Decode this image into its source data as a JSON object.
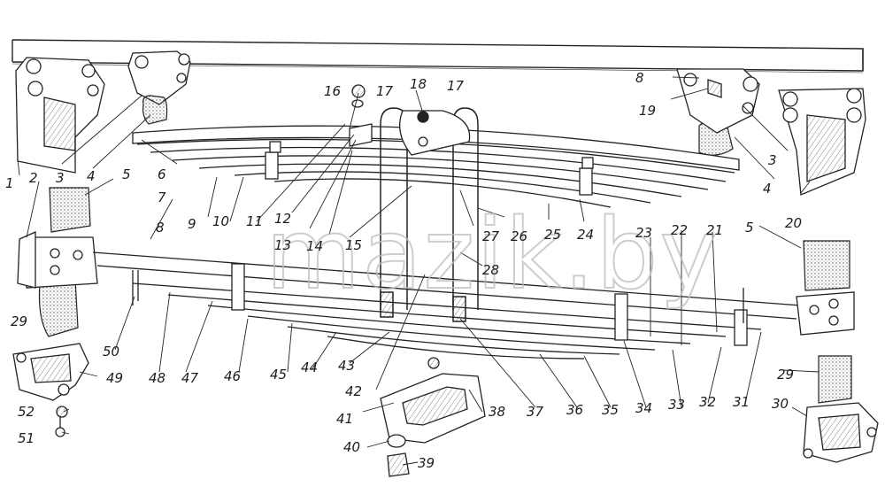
{
  "figure": {
    "watermark": "mazik.by",
    "callouts": [
      {
        "id": "c16",
        "text": "16"
      },
      {
        "id": "c17a",
        "text": "17"
      },
      {
        "id": "c18",
        "text": "18"
      },
      {
        "id": "c17b",
        "text": "17"
      },
      {
        "id": "c8a",
        "text": "8"
      },
      {
        "id": "c19",
        "text": "19"
      },
      {
        "id": "c3a",
        "text": "3"
      },
      {
        "id": "c4a",
        "text": "4"
      },
      {
        "id": "c3b",
        "text": "3"
      },
      {
        "id": "c4b",
        "text": "4"
      },
      {
        "id": "c20",
        "text": "20"
      },
      {
        "id": "c6",
        "text": "6"
      },
      {
        "id": "c5a",
        "text": "5"
      },
      {
        "id": "c2",
        "text": "2"
      },
      {
        "id": "c1",
        "text": "1"
      },
      {
        "id": "c7",
        "text": "7"
      },
      {
        "id": "c8b",
        "text": "8"
      },
      {
        "id": "c9",
        "text": "9"
      },
      {
        "id": "c10",
        "text": "10"
      },
      {
        "id": "c11",
        "text": "11"
      },
      {
        "id": "c12",
        "text": "12"
      },
      {
        "id": "c13",
        "text": "13"
      },
      {
        "id": "c14",
        "text": "14"
      },
      {
        "id": "c15",
        "text": "15"
      },
      {
        "id": "c27",
        "text": "27"
      },
      {
        "id": "c26",
        "text": "26"
      },
      {
        "id": "c25",
        "text": "25"
      },
      {
        "id": "c24",
        "text": "24"
      },
      {
        "id": "c23",
        "text": "23"
      },
      {
        "id": "c22",
        "text": "22"
      },
      {
        "id": "c21",
        "text": "21"
      },
      {
        "id": "c5b",
        "text": "5"
      },
      {
        "id": "c28",
        "text": "28"
      },
      {
        "id": "c29a",
        "text": "29"
      },
      {
        "id": "c50",
        "text": "50"
      },
      {
        "id": "c49",
        "text": "49"
      },
      {
        "id": "c48",
        "text": "48"
      },
      {
        "id": "c47",
        "text": "47"
      },
      {
        "id": "c46",
        "text": "46"
      },
      {
        "id": "c45",
        "text": "45"
      },
      {
        "id": "c44",
        "text": "44"
      },
      {
        "id": "c43",
        "text": "43"
      },
      {
        "id": "c42",
        "text": "42"
      },
      {
        "id": "c38",
        "text": "38"
      },
      {
        "id": "c37",
        "text": "37"
      },
      {
        "id": "c36",
        "text": "36"
      },
      {
        "id": "c35",
        "text": "35"
      },
      {
        "id": "c34",
        "text": "34"
      },
      {
        "id": "c33",
        "text": "33"
      },
      {
        "id": "c32",
        "text": "32"
      },
      {
        "id": "c31",
        "text": "31"
      },
      {
        "id": "c29b",
        "text": "29"
      },
      {
        "id": "c30",
        "text": "30"
      },
      {
        "id": "c52",
        "text": "52"
      },
      {
        "id": "c51",
        "text": "51"
      },
      {
        "id": "c41",
        "text": "41"
      },
      {
        "id": "c40",
        "text": "40"
      },
      {
        "id": "c39",
        "text": "39"
      }
    ]
  }
}
